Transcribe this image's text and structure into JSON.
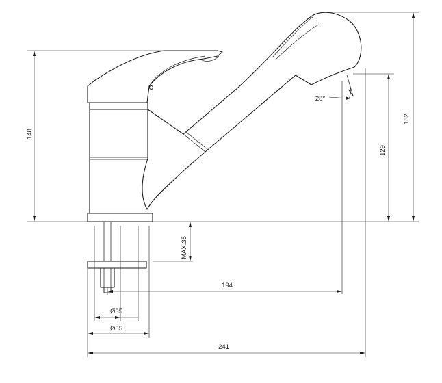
{
  "dimensions": {
    "height_148": "148",
    "height_182": "182",
    "height_129": "129",
    "max_35": "MAX.35",
    "reach_194": "194",
    "length_241": "241",
    "diameter_35": "Ø35",
    "diameter_55": "Ø55",
    "angle_28": "28°"
  }
}
